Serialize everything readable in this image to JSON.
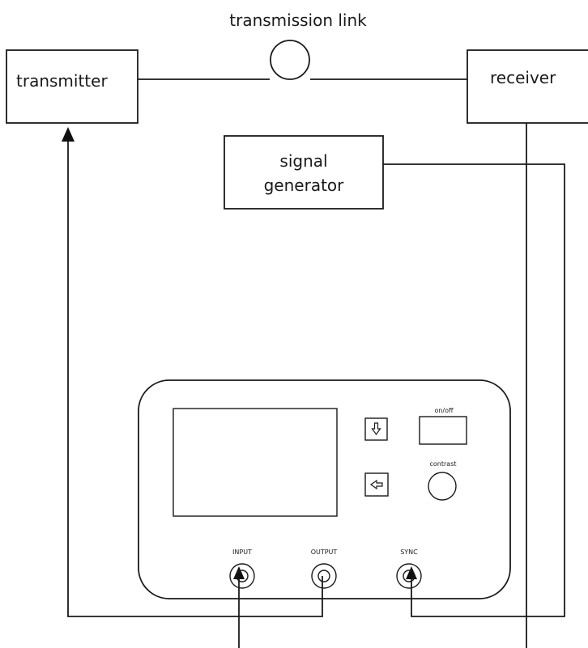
{
  "link": {
    "label": "transmission link"
  },
  "transmitter": {
    "label": "transmitter"
  },
  "receiver": {
    "label": "receiver"
  },
  "signal_generator": {
    "label_line1": "signal",
    "label_line2": "generator"
  },
  "device": {
    "onoff_label": "on/off",
    "contrast_label": "contrast",
    "down_button_icon": "down-arrow-icon",
    "left_button_icon": "left-arrow-icon",
    "ports": {
      "input": "INPUT",
      "output": "OUTPUT",
      "sync": "SYNC"
    }
  }
}
